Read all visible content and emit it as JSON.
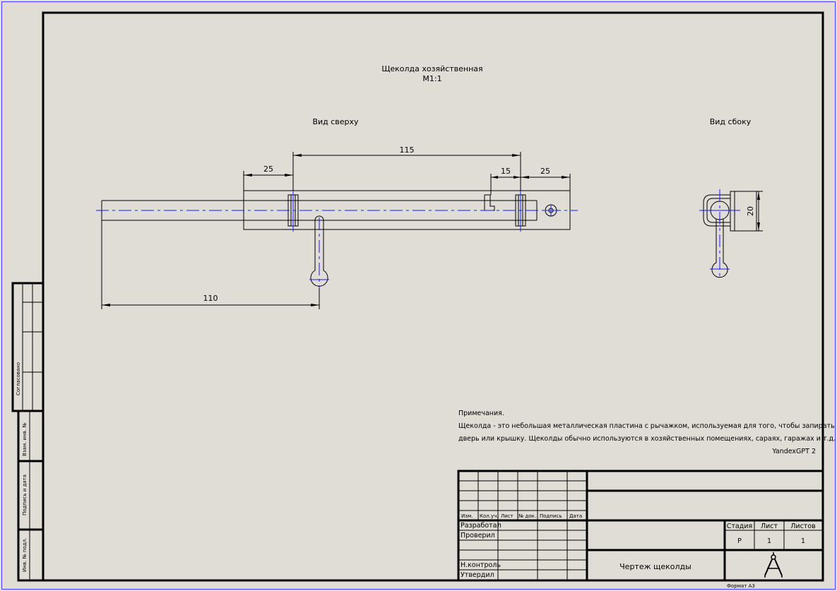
{
  "title": {
    "name": "Щеколда хозяйственная",
    "scale": "М1:1"
  },
  "views": {
    "top": "Вид сверху",
    "side": "Вид сбоку"
  },
  "dimensions": {
    "d25_left": "25",
    "d115": "115",
    "d15": "15",
    "d25_right": "25",
    "d110": "110",
    "d20": "20"
  },
  "notes": {
    "heading": "Примечания.",
    "line1": "Щеколда - это небольшая металлическая пластина с рычажком, используемая для того, чтобы запирать",
    "line2": "дверь или крышку. Щеколды обычно используются в хозяйственных помещениях, сараях, гаражах и т.д.",
    "author": "YandexGPT 2"
  },
  "side_strip": {
    "agreed": "Согласовано",
    "replace_inv": "Взам. инв. №",
    "sign_date": "Подпись и дата",
    "inv_orig": "Инв. № подл."
  },
  "title_block": {
    "col_headers": [
      "Изм.",
      "Кол.уч.",
      "Лист",
      "№ док.",
      "Подпись",
      "Дата"
    ],
    "roles": [
      "Разработал",
      "Проверил",
      "Н.контроль",
      "Утвердил"
    ],
    "doc_name": "Чертеж щеколды",
    "stage_label": "Стадия",
    "sheet_label": "Лист",
    "sheets_label": "Листов",
    "stage_value": "Р",
    "sheet_value": "1",
    "sheets_value": "1",
    "logo_icon": "compass-icon",
    "format": "Формат А3"
  }
}
